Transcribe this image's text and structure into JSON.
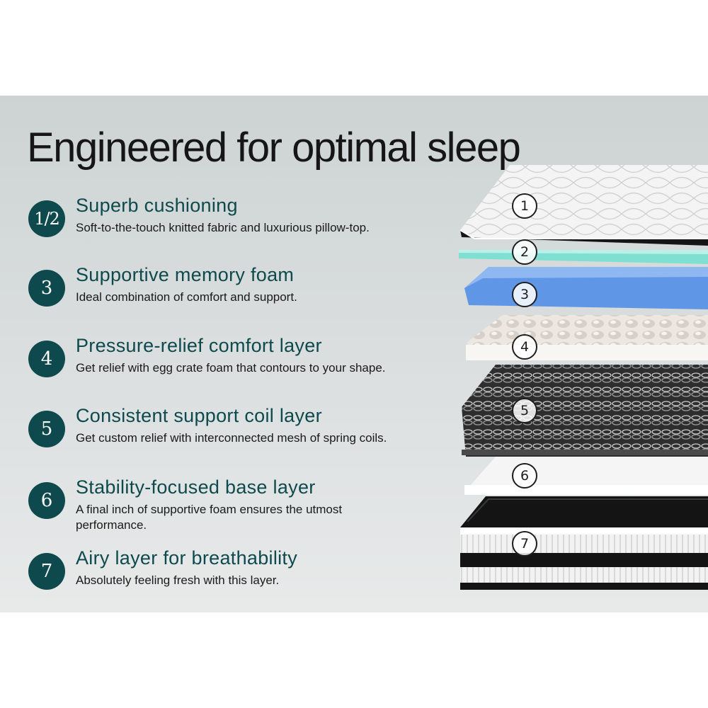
{
  "title": "Engineered for optimal sleep",
  "features": [
    {
      "number": "1/2",
      "title": "Superb cushioning",
      "description": "Soft-to-the-touch knitted fabric and luxurious pillow-top."
    },
    {
      "number": "3",
      "title": "Supportive memory foam",
      "description": "Ideal combination of comfort and support."
    },
    {
      "number": "4",
      "title": "Pressure-relief comfort layer",
      "description": "Get relief with egg crate foam that contours to your shape."
    },
    {
      "number": "5",
      "title": "Consistent support coil layer",
      "description": "Get custom relief with interconnected mesh of spring coils."
    },
    {
      "number": "6",
      "title": "Stability-focused base layer",
      "description": "A final inch of supportive foam ensures the utmost performance."
    },
    {
      "number": "7",
      "title": "Airy layer for breathability",
      "description": "Absolutely feeling fresh with this layer."
    }
  ],
  "layer_badges": [
    "1",
    "2",
    "3",
    "4",
    "5",
    "6",
    "7"
  ],
  "colors": {
    "accent": "#0e4a4d",
    "memory_foam": "#5f97e6",
    "gel_layer": "#7fe0d2"
  }
}
